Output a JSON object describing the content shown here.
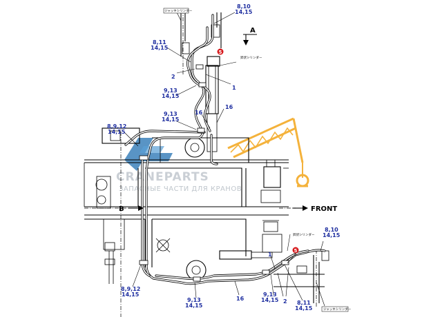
{
  "labels": {
    "ref_8_10_top": [
      "8,10",
      "14,15"
    ],
    "ref_8_11_top": [
      "8,11",
      "14,15"
    ],
    "ref_9_13_a": [
      "9,13",
      "14,15"
    ],
    "ref_9_13_b": [
      "9,13",
      "14,15"
    ],
    "ref_8_9_12_top": [
      "8,9,12",
      "14,15"
    ],
    "ref_8_9_12_bottom": [
      "8,9,12",
      "14,15"
    ],
    "ref_9_13_c": [
      "9,13",
      "14,15"
    ],
    "ref_9_13_d": [
      "9,13",
      "14,15"
    ],
    "ref_8_10_bottom": [
      "8,10",
      "14,15"
    ],
    "ref_8_11_bottom": [
      "8,11",
      "14,15"
    ]
  },
  "callouts": {
    "num_2_top": "2",
    "num_1_top": "1",
    "num_16_a": "16",
    "num_16_b": "16",
    "num_16_bottom": "16",
    "num_1_bottom": "1",
    "num_2_bottom": "2",
    "num_5_top": "5",
    "num_5_bottom": "5"
  },
  "jp_labels": {
    "jack_cyl_top": "ジャッキシリンダー",
    "lift_cyl_top": "昇伏シリンダー",
    "lift_cyl_bottom": "昇伏シリンダー",
    "jack_cyl_bottom": "ジャッキシリンダー"
  },
  "views": {
    "view_a": "A",
    "view_b": "B",
    "front": "FRONT"
  },
  "watermark": {
    "brand": "CRANEPARTS",
    "tagline": "ЗАПАСНЫЕ ЧАСТИ ДЛЯ КРАНОВ"
  },
  "colors": {
    "ref_text": "#1f2fa0",
    "callout_red": "#d7191c",
    "watermark_blue": "#2f79b7",
    "watermark_orange": "#f3a51a"
  }
}
